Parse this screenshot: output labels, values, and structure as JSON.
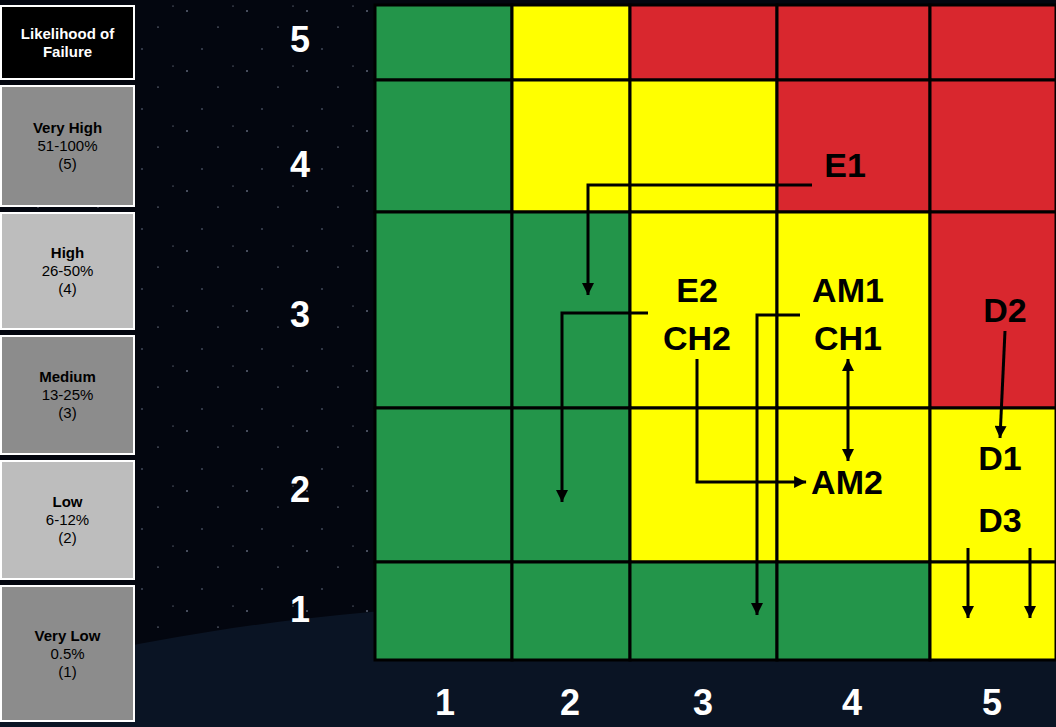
{
  "diagram": {
    "nodes": [
      {
        "text": [
          "Likelihood of Failure"
        ]
      },
      {
        "text": [
          "Very High",
          "51-100%",
          "(5)"
        ]
      },
      {
        "text": [
          "High",
          "26-50%",
          "(4)"
        ]
      },
      {
        "text": [
          "Medium",
          "13-25%",
          "(3)"
        ]
      },
      {
        "text": [
          "Low",
          "6-12%",
          "(2)"
        ]
      },
      {
        "text": [
          "Very Low",
          "0.5%",
          "(1)"
        ]
      },
      {
        "text": [
          "E1"
        ]
      },
      {
        "text": [
          "E2"
        ]
      },
      {
        "text": [
          "AM1"
        ]
      },
      {
        "text": [
          "D2"
        ]
      },
      {
        "text": [
          "CH2"
        ]
      },
      {
        "text": [
          "CH1"
        ]
      },
      {
        "text": [
          "D1"
        ]
      },
      {
        "text": [
          "AM2"
        ]
      },
      {
        "text": [
          "D3"
        ]
      }
    ],
    "edges": [
      {
        "from": 10,
        "to": 13,
        "arrow": "to"
      },
      {
        "from": 11,
        "to": 13,
        "arrow": "both"
      },
      {
        "from": 9,
        "to": 12,
        "arrow": "to"
      }
    ],
    "labels": [
      "5",
      "4",
      "3",
      "2",
      "1",
      "1",
      "2",
      "3",
      "4",
      "5"
    ]
  }
}
